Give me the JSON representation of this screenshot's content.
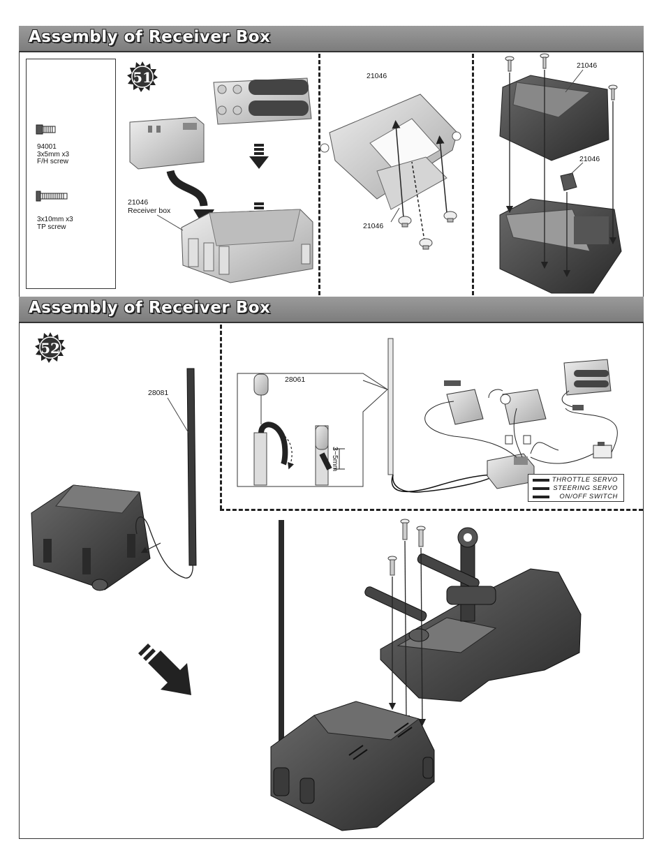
{
  "sections": [
    {
      "title": "Assembly of Receiver Box",
      "step": "51"
    },
    {
      "title": "Assembly of Receiver Box",
      "step": "52"
    }
  ],
  "parts_list": [
    {
      "code": "94001",
      "size": "3x5mm x3",
      "desc": "F/H screw",
      "icon": "flat-head-screw-icon"
    },
    {
      "code": "",
      "size": "3x10mm x3",
      "desc": "TP screw",
      "icon": "tapping-screw-icon"
    }
  ],
  "callouts": {
    "receiver_box_code": "21046",
    "receiver_box_name": "Receiver box",
    "mid_top": "21046",
    "mid_bottom": "21046",
    "right_top": "21046",
    "right_small": "21046",
    "antenna_tube": "28081",
    "antenna_cap": "28061",
    "trim_length": "3~5mm"
  },
  "wiring_legend": [
    "THROTTLE SERVO",
    "STEERING SERVO",
    "ON/OFF SWITCH"
  ],
  "colors": {
    "banner": "#8a8a8a",
    "part_fill": "#d0d0d0",
    "dark_part": "#3c3c3c",
    "line": "#222222"
  }
}
